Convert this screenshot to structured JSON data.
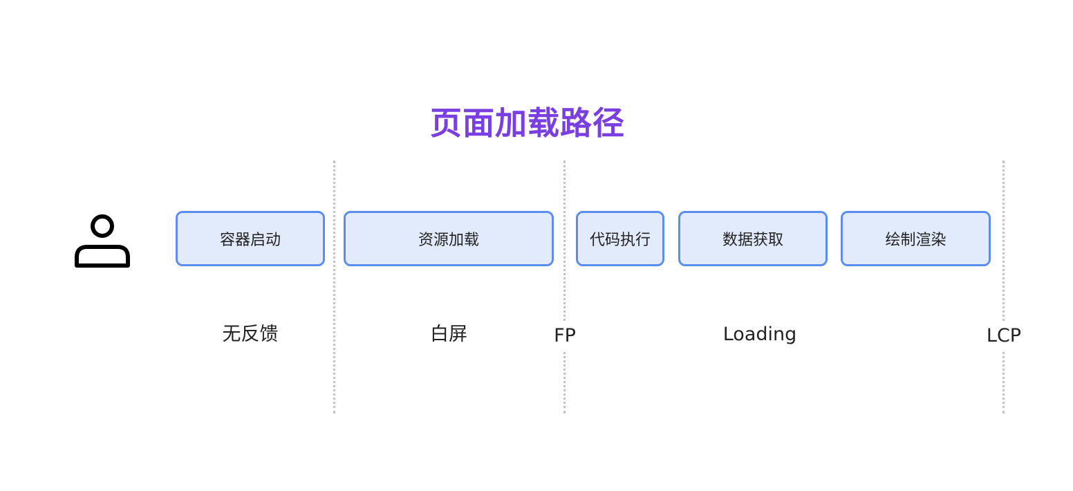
{
  "title": "页面加载路径",
  "colors": {
    "title": "#7a3fe0",
    "step_fill": "#e1ebfb",
    "step_border": "#5b8def",
    "divider": "#c3c3c3"
  },
  "user_icon": "user-icon",
  "steps": [
    {
      "label": "容器启动"
    },
    {
      "label": "资源加载"
    },
    {
      "label": "代码执行"
    },
    {
      "label": "数据获取"
    },
    {
      "label": "绘制渲染"
    }
  ],
  "phases": [
    {
      "label": "无反馈"
    },
    {
      "label": "白屏"
    },
    {
      "label": "Loading"
    }
  ],
  "markers": [
    {
      "label": "FP"
    },
    {
      "label": "LCP"
    }
  ]
}
